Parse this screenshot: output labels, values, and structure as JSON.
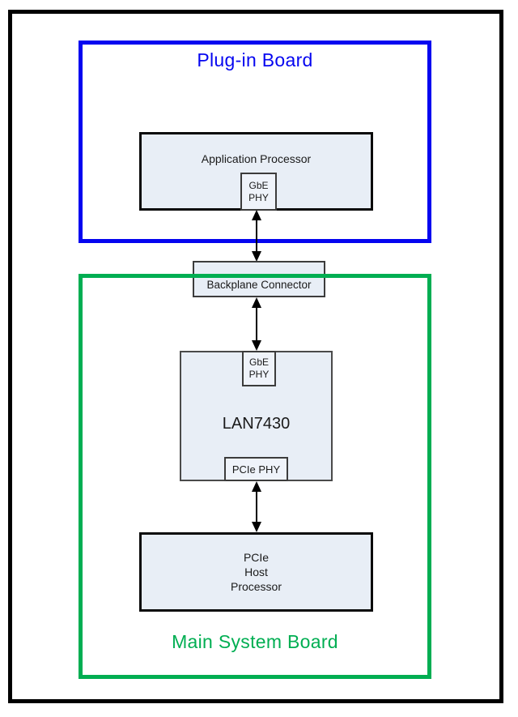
{
  "colors": {
    "blue": "#0505f0",
    "green": "#00ae52",
    "fill": "#e8eef6",
    "fill-sub": "#eff3fa",
    "frame": "#000000",
    "ink": "#1a1a1a"
  },
  "plugin_board": {
    "title": "Plug-in Board",
    "app_processor": {
      "label": "Application Processor",
      "gbe_phy_lines": [
        "GbE",
        "PHY"
      ]
    }
  },
  "backplane_connector": {
    "label": "Backplane Connector"
  },
  "main_board": {
    "title": "Main System Board",
    "lan7430": {
      "name": "LAN7430",
      "gbe_phy_lines": [
        "GbE",
        "PHY"
      ],
      "pcie_phy_label": "PCIe PHY"
    },
    "host_processor": {
      "lines": [
        "PCIe",
        "Host",
        "Processor"
      ]
    }
  }
}
